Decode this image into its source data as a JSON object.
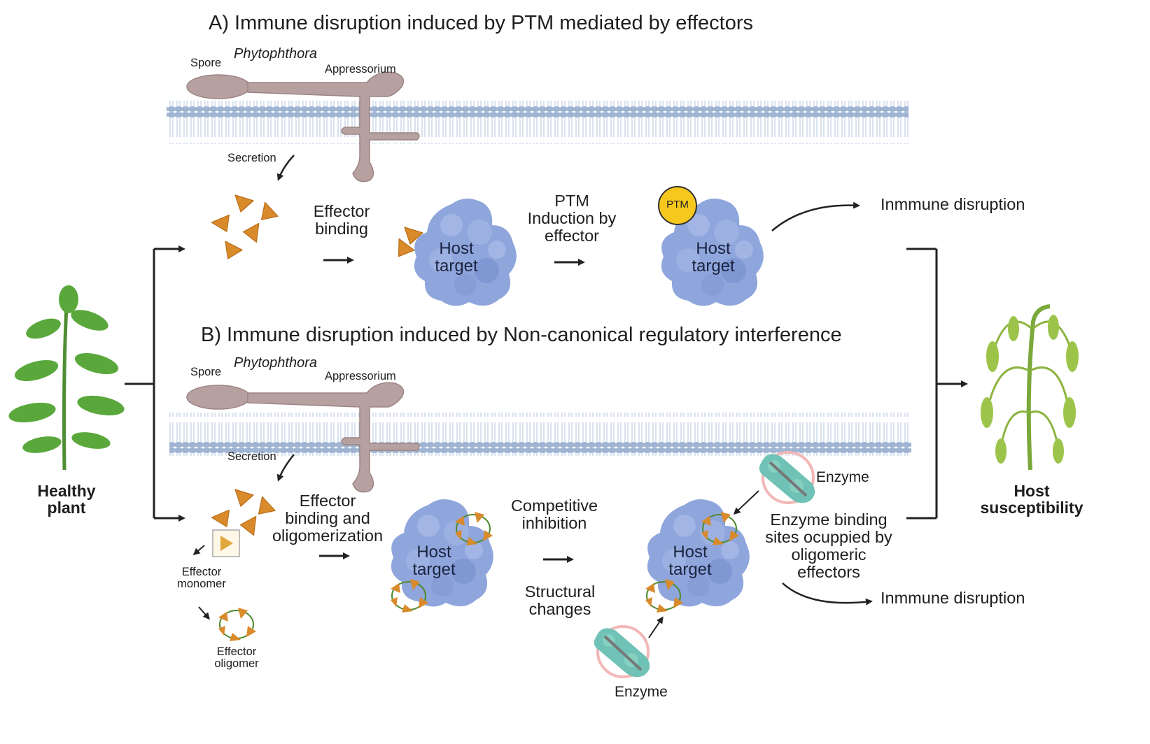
{
  "panel_a": {
    "title": "A) Immune disruption induced by PTM mediated by effectors",
    "spore": "Spore",
    "organism": "Phytophthora",
    "appressorium": "Appressorium",
    "secretion": "Secretion",
    "effector_binding": [
      "Effector",
      "binding"
    ],
    "ptm_induction": [
      "PTM",
      "Induction by",
      "effector"
    ],
    "host_target": [
      "Host",
      "target"
    ],
    "ptm_badge": "PTM",
    "outcome": "Inmmune disruption"
  },
  "panel_b": {
    "title": "B) Immune disruption induced by Non-canonical regulatory interference",
    "spore": "Spore",
    "organism": "Phytophthora",
    "appressorium": "Appressorium",
    "secretion": "Secretion",
    "effector_binding": [
      "Effector",
      "binding and",
      "oligomerization"
    ],
    "effector_monomer": [
      "Effector",
      "monomer"
    ],
    "effector_oligomer": [
      "Effector",
      "oligomer"
    ],
    "competitive_inhibition": [
      "Competitive",
      "inhibition"
    ],
    "structural_changes": [
      "Structural",
      "changes"
    ],
    "host_target": [
      "Host",
      "target"
    ],
    "enzyme": "Enzyme",
    "enzyme_binding": [
      "Enzyme binding",
      "sites ocuppied by",
      "oligomeric",
      "effectors"
    ],
    "outcome": "Inmmune disruption"
  },
  "left": {
    "label": [
      "Healthy",
      "plant"
    ]
  },
  "right": {
    "label": [
      "Host",
      "susceptibility"
    ]
  },
  "colors": {
    "protein": "#8fa6dc",
    "effector": "#d98a2b",
    "membrane": "#b9c9df",
    "pathogen": "#b7a1a0",
    "ptm": "#f6c81e",
    "enzyme": "#6fc2b5",
    "plant_healthy": "#5aa83c",
    "plant_wilted": "#8cb43e"
  }
}
